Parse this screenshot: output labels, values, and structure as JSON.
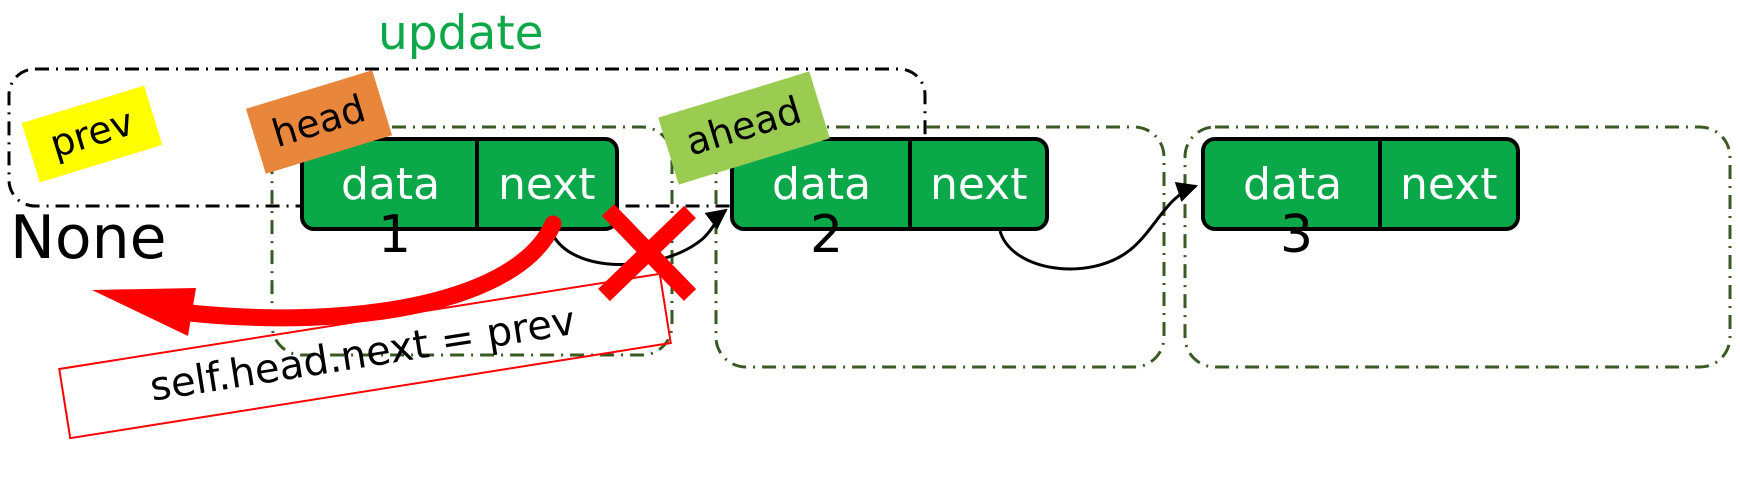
{
  "diagram": {
    "title_label": "update",
    "title_color": "#0EA84A",
    "none_label": "None",
    "tags": [
      {
        "name": "prev",
        "label": "prev",
        "color": "#FFFF00"
      },
      {
        "name": "head",
        "label": "head",
        "color": "#E8863C"
      },
      {
        "name": "ahead",
        "label": "ahead",
        "color": "#9BCC52"
      }
    ],
    "nodes": [
      {
        "id": 1,
        "data_label": "data",
        "next_label": "next",
        "number": "1"
      },
      {
        "id": 2,
        "data_label": "data",
        "next_label": "next",
        "number": "2"
      },
      {
        "id": 3,
        "data_label": "data",
        "next_label": "next",
        "number": "3"
      }
    ],
    "code_callout": {
      "text": "self.head.next = prev",
      "border_color": "#FF0000"
    },
    "annotations": {
      "broken_link_marker": "red-x-cross",
      "new_link_arrow": "red-curved-arrow-to-none"
    },
    "colors": {
      "node_fill": "#0BA84A",
      "node_stroke": "#000000",
      "group_box_stroke": "#3A5A23",
      "scope_box_stroke": "#000000",
      "accent_red": "#FF0000"
    }
  }
}
